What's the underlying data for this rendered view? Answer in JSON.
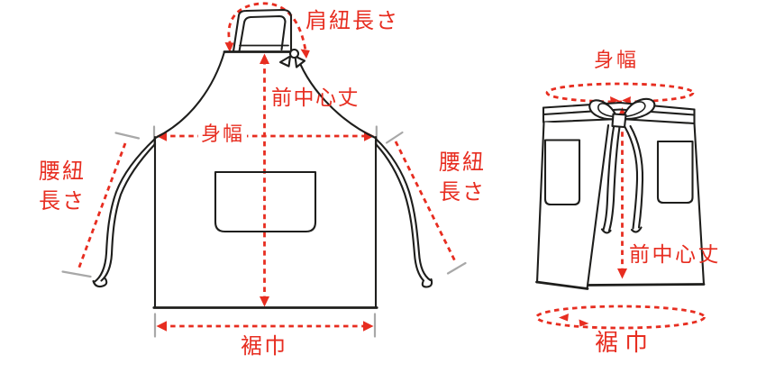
{
  "colors": {
    "measure_red": "#e72d20",
    "outline_black": "#1e1e1c",
    "tick_gray": "#a8a8a8",
    "background": "#ffffff"
  },
  "front_apron": {
    "shoulder_strap_length_label": "肩紐長さ",
    "front_center_length_label": "前中心丈",
    "body_width_label": "身幅",
    "waist_strap_length_left_label": "腰紐\n長さ",
    "waist_strap_length_right_label": "腰紐\n長さ",
    "hem_width_label": "裾巾"
  },
  "waist_apron": {
    "body_width_label": "身幅",
    "front_center_length_label": "前中心丈",
    "hem_width_label": "裾巾"
  }
}
